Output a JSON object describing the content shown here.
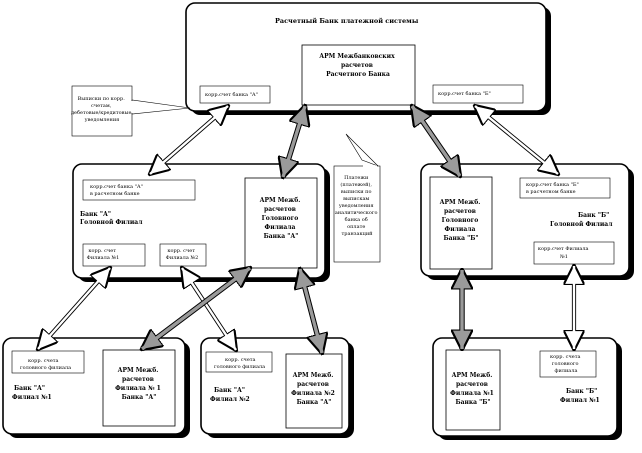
{
  "settlement_bank": {
    "title": "Расчетный Банк платежной системы",
    "arm_lines": [
      "АРМ Межбанковских",
      "расчетов",
      "Расчетного Банка"
    ],
    "acc_a": "корр.счет банка \"А\"",
    "acc_b": "корр.счет банка \"Б\""
  },
  "callout_left": [
    "Выписки по корр.",
    "счетам,",
    "дебетовые/кредитовые",
    "уведомления"
  ],
  "callout_mid": [
    "Платежи",
    "(платежей),",
    "выписки по",
    "выпискам",
    "уведомления",
    "аналитического",
    "банка об",
    "оплате",
    "транзакций"
  ],
  "bank_a_main": {
    "name_lines": [
      "Банк \"А\"",
      "Головной Филиал"
    ],
    "acc_settlement": [
      "корр.счет банка \"А\"",
      "в расчетном банке"
    ],
    "acc_f1": [
      "корр. счет",
      "Филиала №1"
    ],
    "acc_f2": [
      "корр. счет",
      "Филиала №2"
    ],
    "arm_lines": [
      "АРМ Межб.",
      "расчетов",
      "Головного",
      "Филиала",
      "Банка \"А\""
    ]
  },
  "bank_b_main": {
    "name_lines": [
      "Банк \"Б\"",
      "Головной Филиал"
    ],
    "acc_settlement": [
      "корр.счет банка \"Б\"",
      "в расчетном банке"
    ],
    "acc_f1": [
      "корр.счет Филиала",
      "№1"
    ],
    "arm_lines": [
      "АРМ Межб.",
      "расчетов",
      "Головного",
      "Филиала",
      "Банка \"Б\""
    ]
  },
  "bank_a_f1": {
    "acc": [
      "корр. счета",
      "головного филиала"
    ],
    "name_lines": [
      "Банк \"А\"",
      "Филиал №1"
    ],
    "arm_lines": [
      "АРМ Межб.",
      "расчетов",
      "Филиала № 1",
      "Банка \"А\""
    ]
  },
  "bank_a_f2": {
    "acc": [
      "корр. счета",
      "головного филиала"
    ],
    "name_lines": [
      "Банк \"А\"",
      "Филиал №2"
    ],
    "arm_lines": [
      "АРМ Межб.",
      "расчетов",
      "Филиала №2",
      "Банка \"А\""
    ]
  },
  "bank_b_f1": {
    "acc": [
      "корр. счета",
      "головного",
      "филиала"
    ],
    "name_lines": [
      "Банк \"Б\"",
      "Филиал №1"
    ],
    "arm_lines": [
      "АРМ Межб.",
      "расчетов",
      "Филиала №1",
      "Банка \"Б\""
    ]
  }
}
